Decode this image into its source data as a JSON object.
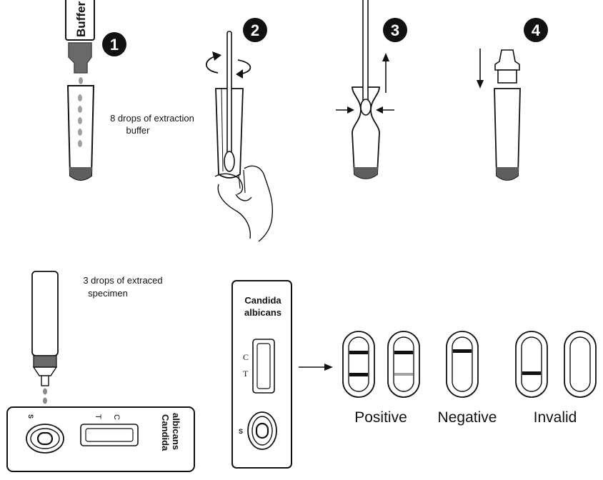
{
  "steps": {
    "step1": {
      "number": "1",
      "bottle_label": "Buffer",
      "caption_line1": "8 drops of  extraction",
      "caption_line2": "buffer"
    },
    "step2": {
      "number": "2"
    },
    "step3": {
      "number": "3"
    },
    "step4": {
      "number": "4"
    }
  },
  "specimen": {
    "caption_line1": "3 drops of  extraced",
    "caption_line2": "specimen"
  },
  "horizontal_cassette": {
    "title_line1": "Candida",
    "title_line2": "albicans",
    "c_mark": "C",
    "t_mark": "T",
    "s_mark": "S"
  },
  "vertical_cassette": {
    "title_line1": "Candida",
    "title_line2": "albicans",
    "c_mark": "C",
    "t_mark": "T",
    "s_mark": "S"
  },
  "results": {
    "positive": "Positive",
    "negative": "Negative",
    "invalid": "Invalid"
  },
  "colors": {
    "ink": "#111111",
    "fill_gray": "#8a8a8a",
    "dark_gray": "#5e5e5e",
    "light_gray": "#bdbdbd",
    "weak_line": "#a3a3a3",
    "circle": "#111111"
  }
}
